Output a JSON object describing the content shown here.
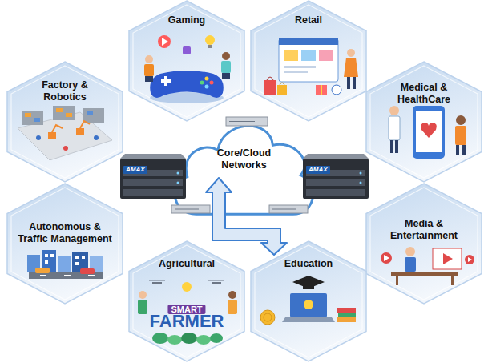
{
  "diagram": {
    "nodes": [
      {
        "text": [
          "Gaming"
        ]
      },
      {
        "text": [
          "Retail"
        ]
      },
      {
        "text": [
          "Factory & Robotics"
        ]
      },
      {
        "text": [
          "Medical & HealthCare"
        ]
      },
      {
        "text": [
          "Core/Cloud Networks"
        ]
      },
      {
        "text": [
          "Autonomous & Traffic Management"
        ]
      },
      {
        "text": [
          "Media & Entertainment"
        ]
      },
      {
        "text": [
          "Agricultural"
        ]
      },
      {
        "text": [
          "Education"
        ]
      }
    ],
    "labels": [
      "AMAX",
      "AMAX",
      "SMART",
      "FARMER"
    ]
  }
}
